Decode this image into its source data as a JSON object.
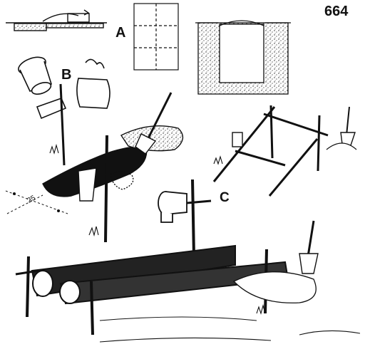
{
  "figure": {
    "number": "664",
    "labels": {
      "a": "A",
      "b": "B",
      "c": "C"
    },
    "measurement": "25"
  }
}
